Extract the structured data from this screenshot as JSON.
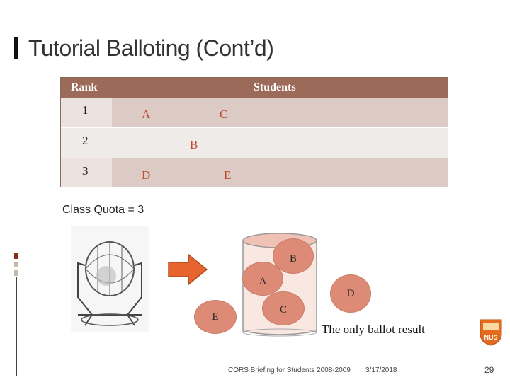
{
  "slide": {
    "title": "Tutorial Balloting  (Cont’d)",
    "quota": "Class Quota = 3",
    "result_text": "The only ballot result",
    "footer": {
      "briefing": "CORS Briefing for Students 2008-2009",
      "date": "3/17/2018",
      "page": "29"
    },
    "logo_text": "NUS"
  },
  "table": {
    "headers": {
      "rank": "Rank",
      "students": "Students"
    },
    "rows": [
      {
        "rank": "1",
        "students": [
          "A",
          "C"
        ]
      },
      {
        "rank": "2",
        "students": [
          "B"
        ]
      },
      {
        "rank": "3",
        "students": [
          "D",
          "E"
        ]
      }
    ]
  },
  "balls": {
    "in_jar": [
      "B",
      "A",
      "C"
    ],
    "outside": [
      "D",
      "E"
    ]
  },
  "colors": {
    "header": "#9b6a58",
    "row_shaded": "#dccbc5",
    "row_light": "#eeebe9",
    "ball": "#dd8b77",
    "arrow": "#e8642e",
    "letter": "#c04a2e"
  }
}
